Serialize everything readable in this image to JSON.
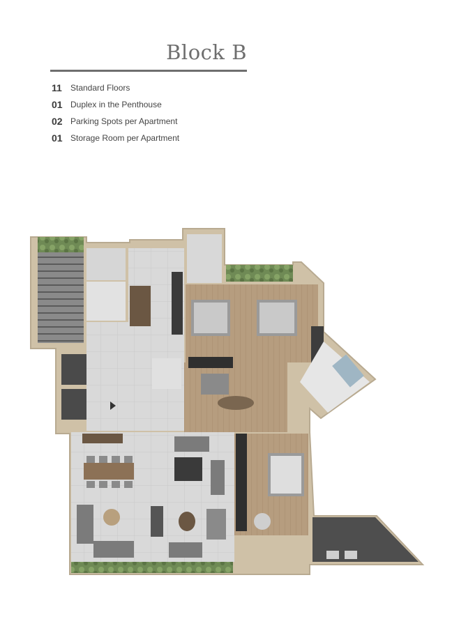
{
  "title": "Block B",
  "features": [
    {
      "number": "11",
      "label": "Standard Floors"
    },
    {
      "number": "01",
      "label": "Duplex in the Penthouse"
    },
    {
      "number": "02",
      "label": "Parking Spots per Apartment"
    },
    {
      "number": "01",
      "label": "Storage Room per Apartment"
    }
  ],
  "colors": {
    "heading": "#6e6e6e",
    "wall": "#cdbfa6",
    "floor_tile": "#dcdcdc",
    "floor_wood": "#b39a7c",
    "planter": "#6f8a55"
  }
}
